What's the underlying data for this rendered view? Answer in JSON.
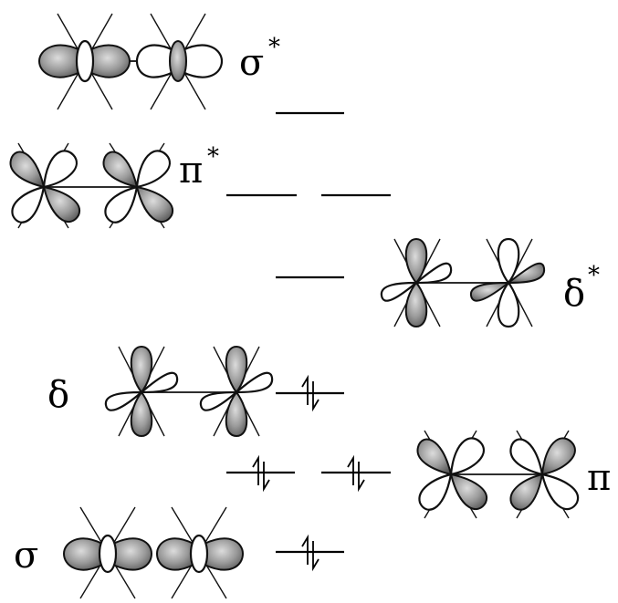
{
  "labels": {
    "sigma_star": "σ",
    "pi_star": "π",
    "delta_star": "δ",
    "delta": "δ",
    "pi": "π",
    "sigma": "σ",
    "star": "*"
  },
  "levels": [
    {
      "orbital": "σ*",
      "degeneracy": 1,
      "electrons": 0
    },
    {
      "orbital": "π*",
      "degeneracy": 2,
      "electrons": 0
    },
    {
      "orbital": "δ*",
      "degeneracy": 1,
      "electrons": 0
    },
    {
      "orbital": "δ",
      "degeneracy": 1,
      "electrons": 2
    },
    {
      "orbital": "π",
      "degeneracy": 2,
      "electrons": 4
    },
    {
      "orbital": "σ",
      "degeneracy": 1,
      "electrons": 2
    }
  ],
  "colors": {
    "line": "#000000",
    "lobe_shade_light": "#d8d8d8",
    "lobe_shade_dark": "#5a5a5a"
  }
}
